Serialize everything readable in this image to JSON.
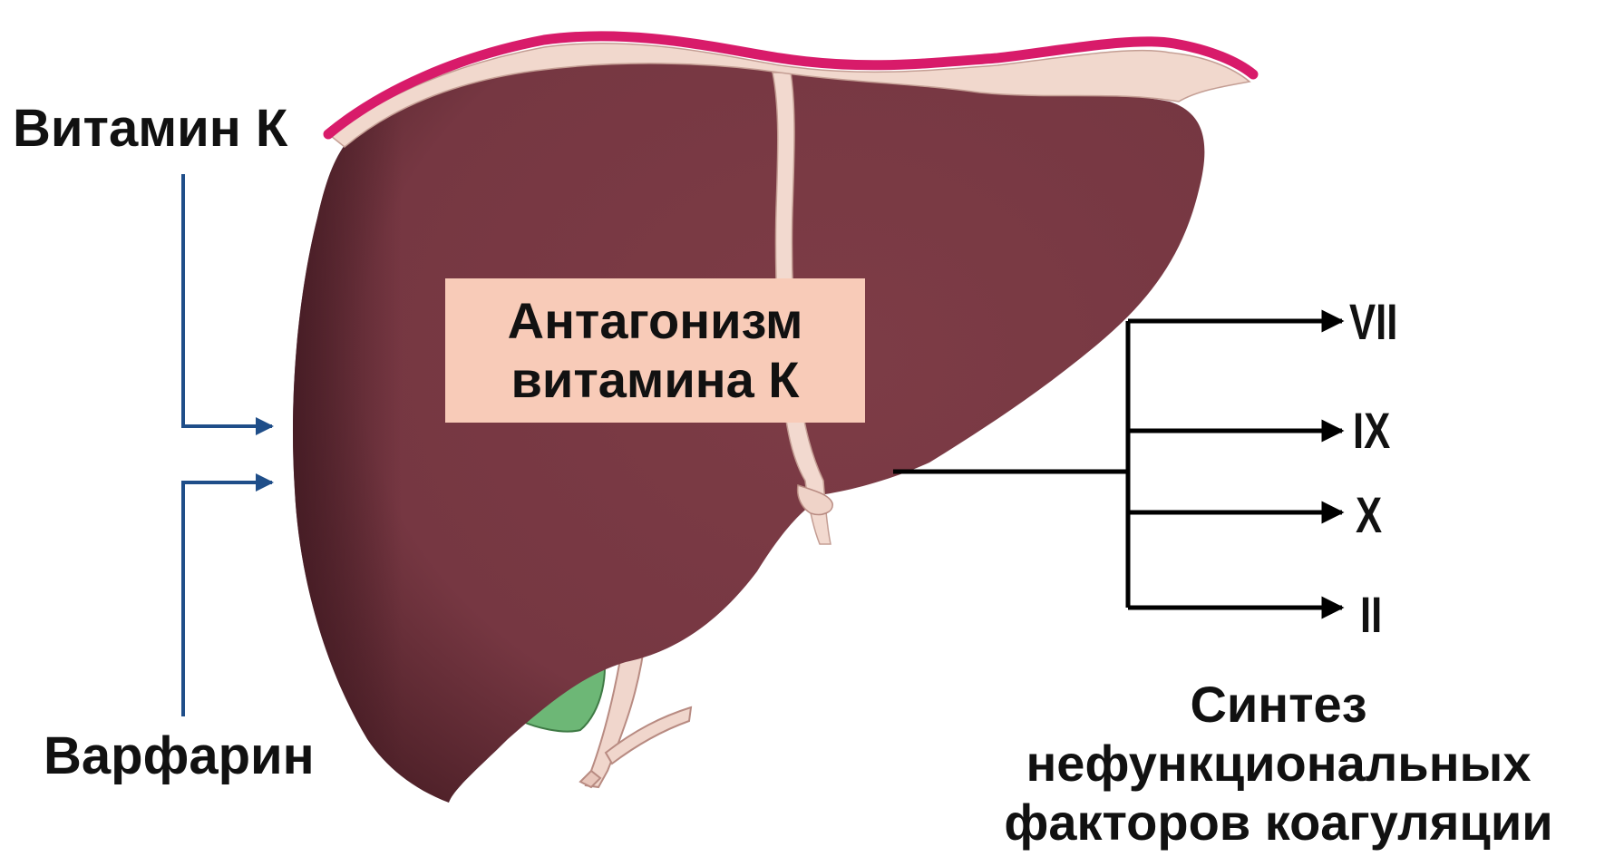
{
  "labels": {
    "vitamin_k": "Витамин К",
    "warfarin": "Варфарин"
  },
  "center_box": {
    "line1": "Антагонизм",
    "line2": "витамина К"
  },
  "factors": {
    "vii": "VII",
    "ix": "IX",
    "x": "X",
    "ii": "II"
  },
  "synthesis": {
    "line1": "Синтез",
    "line2": "нефункциональных",
    "line3": "факторов коагуляции"
  },
  "colors": {
    "liver": "#7a3a44",
    "liver_dark": "#4e2028",
    "capsule_pink": "#d81b6a",
    "ligament": "#f2d9cf",
    "gallbladder": "#6db776",
    "box_fill": "#f8cbb8",
    "arrow_blue": "#1f4e89",
    "arrow_black": "#000000"
  }
}
